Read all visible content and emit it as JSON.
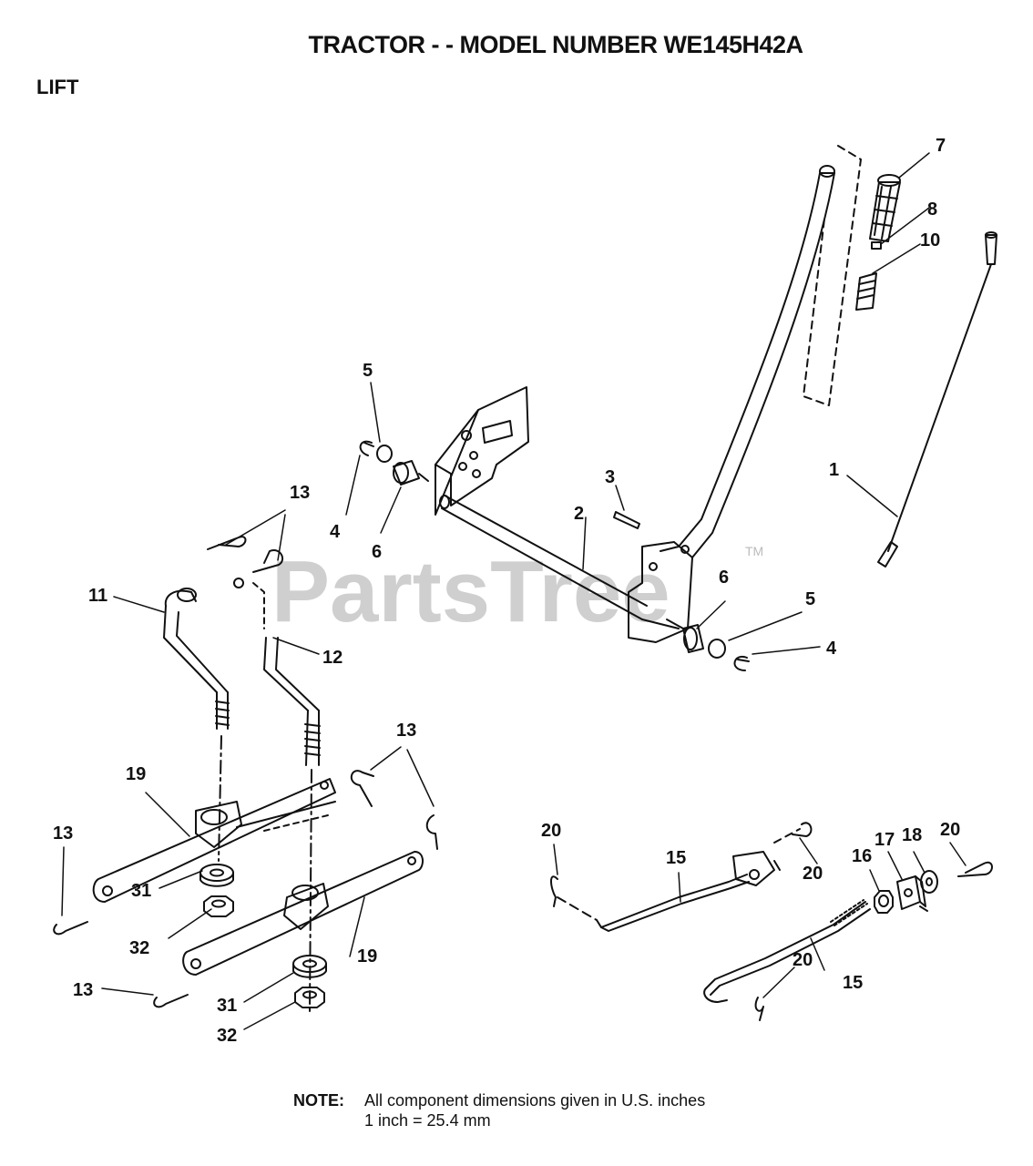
{
  "header": {
    "title": "TRACTOR - - MODEL NUMBER WE145H42A",
    "section": "LIFT"
  },
  "watermark": {
    "text": "PartsTree",
    "tm": "TM"
  },
  "labels": {
    "p1": "1",
    "p2": "2",
    "p3": "3",
    "p4a": "4",
    "p4b": "4",
    "p5a": "5",
    "p5b": "5",
    "p6a": "6",
    "p6b": "6",
    "p7": "7",
    "p8": "8",
    "p10": "10",
    "p11": "11",
    "p12": "12",
    "p13a": "13",
    "p13b": "13",
    "p13c": "13",
    "p13d": "13",
    "p15a": "15",
    "p15b": "15",
    "p16": "16",
    "p17": "17",
    "p18": "18",
    "p19a": "19",
    "p19b": "19",
    "p20a": "20",
    "p20b": "20",
    "p20c": "20",
    "p20d": "20",
    "p31a": "31",
    "p31b": "31",
    "p32a": "32",
    "p32b": "32"
  },
  "note": {
    "label": "NOTE:",
    "line1": "All component dimensions given in U.S. inches",
    "line2": "1 inch = 25.4 mm"
  },
  "colors": {
    "ink": "#111111",
    "watermark": "#cfcfcf"
  }
}
